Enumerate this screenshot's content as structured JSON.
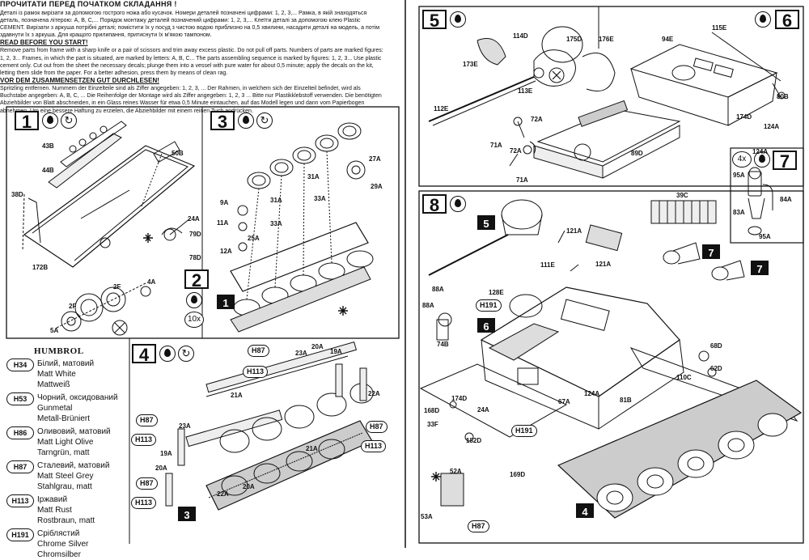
{
  "intro": {
    "ua_title": "ПРОЧИТАТИ ПЕРЕД ПОЧАТКОМ СКЛАДАННЯ !",
    "ua_text": "Деталі із рамок вирізати за допомогою гострого ножа або кусачок. Номери деталей позначені цифрами: 1, 2, 3,... Рамка, в якій знаходяться деталь, позначена літерою: A, B, C,... Порядок монтажу деталей позначений цифрами: 1, 2, 3,... Клеїти деталі за допомогою клею Plastic CEMENT. Вирізати з аркуша потрібні деталі; помістити їх у посуд з чистою водою приблизно на 0,5 хвилини, насадити деталі на модель, а потім здавнути їх з аркуша. Для кращого прилипання, притиснути їх м'якою тампоном.",
    "en_title": "READ BEFORE YOU START!",
    "en_text": "Remove parts from frame with a sharp knife or a pair of scissors and trim away excess plastic. Do not pull off parts. Numbers of parts are marked figures: 1, 2, 3... Frames, in which the part is situated, are marked by letters: A, B, C... The parts assembling sequence is marked by figures: 1, 2, 3... Use plastic cement only. Cut out from the sheet the necessary decals; plunge them into a vessel with pure water for about 0,5 minute; apply the decals on the kit, letting them slide from the paper. For a better adhesion, press them by means of clean rag.",
    "de_title": "VOR DEM ZUSAMMENSETZEN GUT DURCHLESEN!",
    "de_text": "Spritzling entfernen. Nummern der Einzelteile sind als Ziffer angegeben: 1, 2, 3, ... Der Rahmen, in welchem sich der Einzelteil befindet, wird als Buchstabe angegeben: A, B, C, ... Die Reihenfolge der Montage wird als Ziffer angegeben: 1, 2, 3 ... Bitte nur Plastikklebstoff verwenden. Die benötigten Abziehbilder von Blatt abschneiden, in ein Glass reines Wasser für etwa 0,5 Minute eintauchen, auf das Modell legen und dann vom Papierbogen abnehmen. Um eine bessere Haftung zu erzielen, die Abziehbilder mit einem reinen Tuch andrücken."
  },
  "colorkey": {
    "title": "HUMBROL",
    "items": [
      {
        "code": "H34",
        "ua": "Білий, матовий",
        "en": "Matt White",
        "de": "Mattweiß"
      },
      {
        "code": "H53",
        "ua": "Чорний, оксидований",
        "en": "Gunmetal",
        "de": "Metall-Brüniert"
      },
      {
        "code": "H86",
        "ua": "Оливовий, матовий",
        "en": "Matt Light Olive",
        "de": "Tarngrün, matt"
      },
      {
        "code": "H87",
        "ua": "Сталевий, матовий",
        "en": "Matt Steel Grey",
        "de": "Stahlgrau, matt"
      },
      {
        "code": "H113",
        "ua": "Іржавий",
        "en": "Matt Rust",
        "de": "Rostbraun, matt"
      },
      {
        "code": "H191",
        "ua": "Сріблястий",
        "en": "Chrome Silver",
        "de": "Chromsilber"
      }
    ]
  },
  "steps": {
    "s1": "1",
    "s2": "2",
    "s3": "3",
    "s4": "4",
    "s5": "5",
    "s6": "6",
    "s7": "7",
    "s8": "8",
    "s2_qty": "10x",
    "s7_qty": "4x"
  },
  "parts": {
    "p43B": "43B",
    "p44B": "44B",
    "p50B": "50B",
    "p38D": "38D",
    "p24A": "24A",
    "p79D": "79D",
    "p78D": "78D",
    "p172B": "172B",
    "p2F": "2F",
    "p4A": "4A",
    "p5A": "5A",
    "p9A": "9A",
    "p11A": "11A",
    "p12A": "12A",
    "p25A": "25A",
    "p31A": "31A",
    "p33A": "33A",
    "p27A": "27A",
    "p29A": "29A",
    "p21A": "21A",
    "p22A": "22A",
    "p23A": "23A",
    "p19A": "19A",
    "p20A": "20A",
    "p114D": "114D",
    "p175D": "175D",
    "p176E": "176E",
    "p173E": "173E",
    "p113E": "113E",
    "p112E": "112E",
    "p72A": "72A",
    "p71A": "71A",
    "p89D": "89D",
    "p115E": "115E",
    "p94E": "94E",
    "p80B": "80B",
    "p174D": "174D",
    "p124A": "124A",
    "p95A": "95A",
    "p84A": "84A",
    "p83A": "83A",
    "p39C": "39C",
    "p121A": "121A",
    "p111E": "111E",
    "p128E": "128E",
    "p88A": "88A",
    "p74B": "74B",
    "p168D": "168D",
    "p33F": "33F",
    "p182D": "182D",
    "p52A": "52A",
    "p53A": "53A",
    "p169D": "169D",
    "p68D": "68D",
    "p62D": "62D",
    "p110C": "110C",
    "p67A": "67A",
    "p81B": "81B"
  },
  "paints": {
    "H87": "H87",
    "H113": "H113",
    "H191": "H191"
  }
}
